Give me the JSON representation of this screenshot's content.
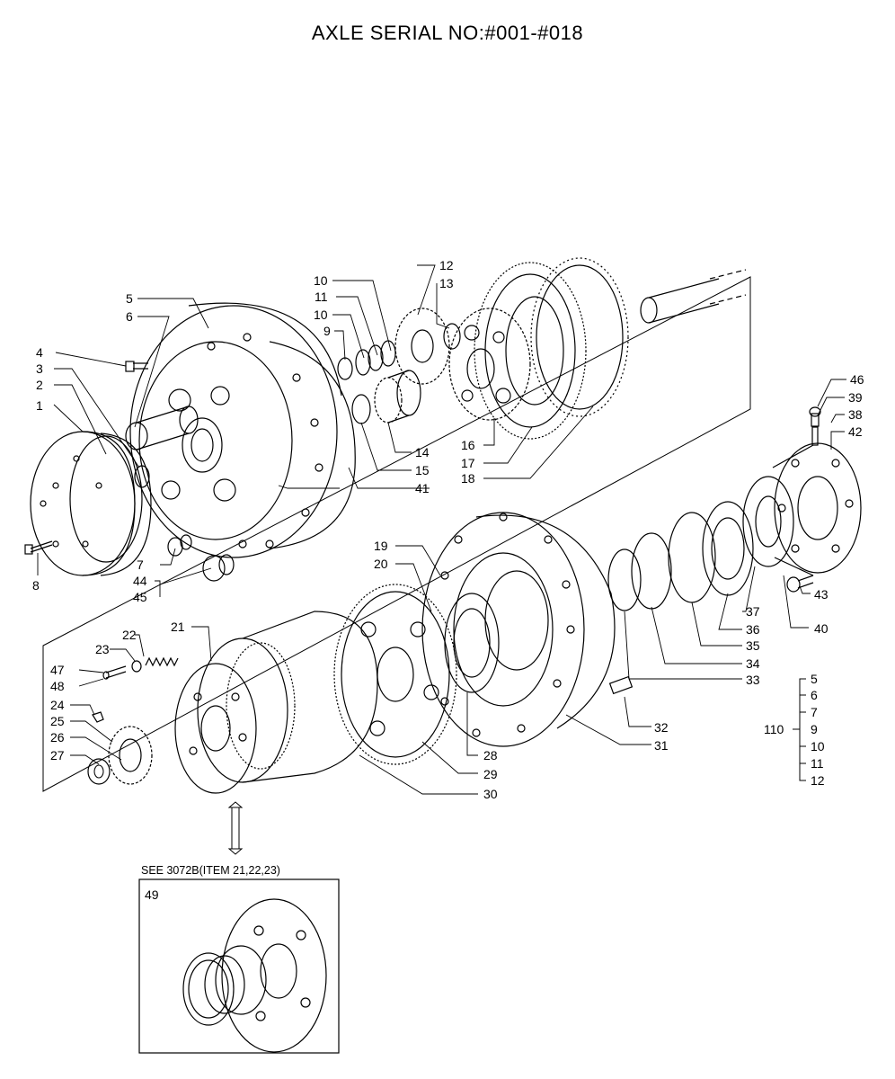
{
  "title": "AXLE SERIAL NO:#001-#018",
  "callouts": [
    {
      "id": "c1",
      "text": "1"
    },
    {
      "id": "c2",
      "text": "2"
    },
    {
      "id": "c3",
      "text": "3"
    },
    {
      "id": "c4",
      "text": "4"
    },
    {
      "id": "c5",
      "text": "5"
    },
    {
      "id": "c6",
      "text": "6"
    },
    {
      "id": "c7",
      "text": "7"
    },
    {
      "id": "c8",
      "text": "8"
    },
    {
      "id": "c9",
      "text": "9"
    },
    {
      "id": "c10a",
      "text": "10"
    },
    {
      "id": "c11",
      "text": "11"
    },
    {
      "id": "c10b",
      "text": "10"
    },
    {
      "id": "c12",
      "text": "12"
    },
    {
      "id": "c13",
      "text": "13"
    },
    {
      "id": "c14",
      "text": "14"
    },
    {
      "id": "c15",
      "text": "15"
    },
    {
      "id": "c16",
      "text": "16"
    },
    {
      "id": "c17",
      "text": "17"
    },
    {
      "id": "c18",
      "text": "18"
    },
    {
      "id": "c19",
      "text": "19"
    },
    {
      "id": "c20",
      "text": "20"
    },
    {
      "id": "c21",
      "text": "21"
    },
    {
      "id": "c22",
      "text": "22"
    },
    {
      "id": "c23",
      "text": "23"
    },
    {
      "id": "c24",
      "text": "24"
    },
    {
      "id": "c25",
      "text": "25"
    },
    {
      "id": "c26",
      "text": "26"
    },
    {
      "id": "c27",
      "text": "27"
    },
    {
      "id": "c28",
      "text": "28"
    },
    {
      "id": "c29",
      "text": "29"
    },
    {
      "id": "c30",
      "text": "30"
    },
    {
      "id": "c31",
      "text": "31"
    },
    {
      "id": "c32",
      "text": "32"
    },
    {
      "id": "c33",
      "text": "33"
    },
    {
      "id": "c34",
      "text": "34"
    },
    {
      "id": "c35",
      "text": "35"
    },
    {
      "id": "c36",
      "text": "36"
    },
    {
      "id": "c37",
      "text": "37"
    },
    {
      "id": "c38",
      "text": "38"
    },
    {
      "id": "c39",
      "text": "39"
    },
    {
      "id": "c40",
      "text": "40"
    },
    {
      "id": "c41",
      "text": "41"
    },
    {
      "id": "c42",
      "text": "42"
    },
    {
      "id": "c43",
      "text": "43"
    },
    {
      "id": "c44",
      "text": "44"
    },
    {
      "id": "c45",
      "text": "45"
    },
    {
      "id": "c46",
      "text": "46"
    },
    {
      "id": "c47",
      "text": "47"
    },
    {
      "id": "c48",
      "text": "48"
    }
  ],
  "kit": {
    "label": "110",
    "items": [
      "5",
      "6",
      "7",
      "9",
      "10",
      "11",
      "12"
    ]
  },
  "inset": {
    "reference": "SEE 3072B(ITEM 21,22,23)",
    "item": "49"
  }
}
